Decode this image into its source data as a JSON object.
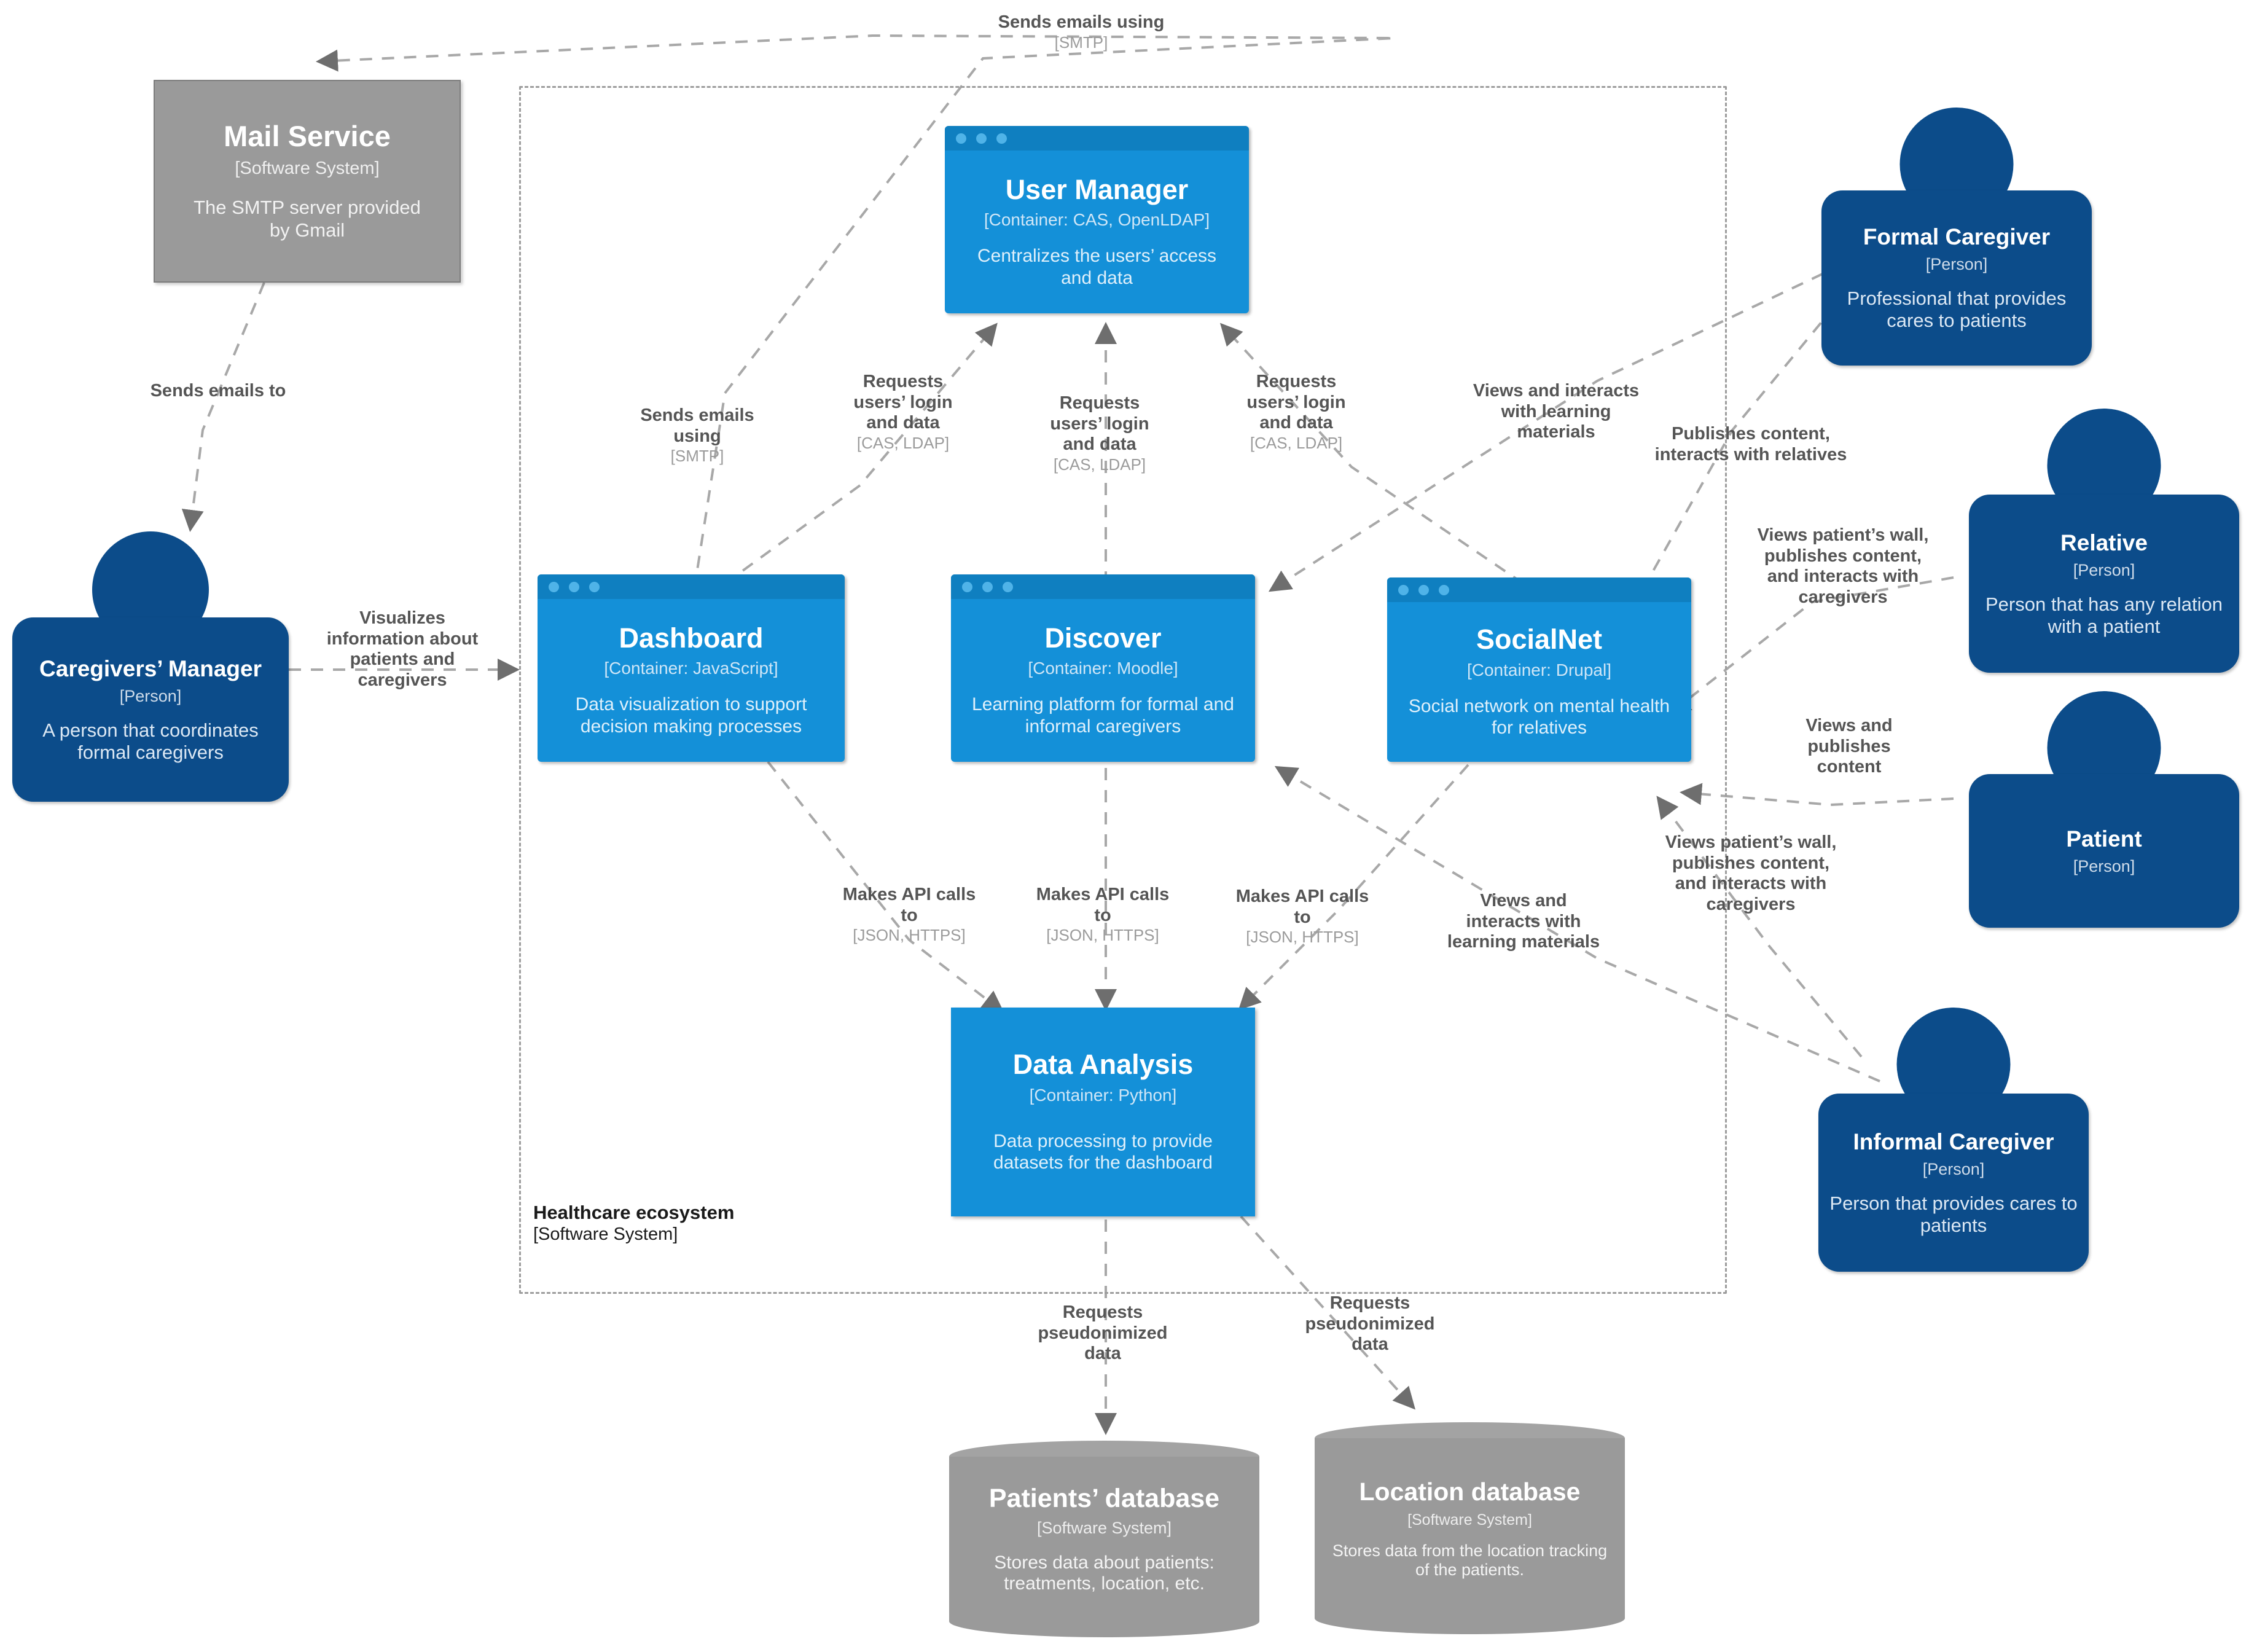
{
  "diagram": {
    "kind": "C4 Container diagram",
    "boundary": {
      "name": "Healthcare ecosystem",
      "type": "[Software System]"
    },
    "colors": {
      "container_blue": "#1490d8",
      "container_chrome": "#0f7fc0",
      "person_blue": "#0c4c8a",
      "external_grey": "#9a9a9a",
      "edge_grey": "#9d9d9d",
      "label_text": "#555555",
      "tech_text": "#9b9b9b"
    }
  },
  "nodes": {
    "mail_service": {
      "name": "Mail Service",
      "type": "[Software System]",
      "description": "The SMTP server provided by Gmail"
    },
    "user_manager": {
      "name": "User Manager",
      "type": "[Container: CAS, OpenLDAP]",
      "description": "Centralizes the users’ access and data"
    },
    "dashboard": {
      "name": "Dashboard",
      "type": "[Container: JavaScript]",
      "description": "Data visualization to support decision making processes"
    },
    "discover": {
      "name": "Discover",
      "type": "[Container: Moodle]",
      "description": "Learning platform for formal and informal caregivers"
    },
    "socialnet": {
      "name": "SocialNet",
      "type": "[Container: Drupal]",
      "description": "Social network on mental health for relatives"
    },
    "data_analysis": {
      "name": "Data Analysis",
      "type": "[Container: Python]",
      "description": "Data processing to provide datasets for the dashboard"
    },
    "patients_db": {
      "name": "Patients’ database",
      "type": "[Software System]",
      "description": "Stores data about patients: treatments, location, etc."
    },
    "location_db": {
      "name": "Location database",
      "type": "[Software System]",
      "description": "Stores data from the location tracking of the patients."
    }
  },
  "people": {
    "caregivers_manager": {
      "name": "Caregivers’ Manager",
      "type": "[Person]",
      "description": "A person that coordinates formal caregivers"
    },
    "formal_caregiver": {
      "name": "Formal Caregiver",
      "type": "[Person]",
      "description": "Professional that provides cares to patients"
    },
    "relative": {
      "name": "Relative",
      "type": "[Person]",
      "description": "Person that has any relation with a patient"
    },
    "patient": {
      "name": "Patient",
      "type": "[Person]",
      "description": ""
    },
    "informal_caregiver": {
      "name": "Informal Caregiver",
      "type": "[Person]",
      "description": "Person that provides cares to patients"
    }
  },
  "edges": {
    "sends_emails_using_top": {
      "text": "Sends emails using",
      "tech": "[SMTP]"
    },
    "sends_emails_to": {
      "text": "Sends emails to",
      "tech": ""
    },
    "sends_emails_using_dash": {
      "text": "Sends emails using",
      "tech": "[SMTP]"
    },
    "visualizes_information": {
      "text": "Visualizes information about patients and caregivers",
      "tech": ""
    },
    "requests_login_left": {
      "text": "Requests users’ login and data",
      "tech": "[CAS, LDAP]"
    },
    "requests_login_mid": {
      "text": "Requests users’ login and data",
      "tech": "[CAS, LDAP]"
    },
    "requests_login_right": {
      "text": "Requests users’ login and data",
      "tech": "[CAS, LDAP]"
    },
    "api_calls_left": {
      "text": "Makes API calls to",
      "tech": "[JSON, HTTPS]"
    },
    "api_calls_mid": {
      "text": "Makes API calls to",
      "tech": "[JSON, HTTPS]"
    },
    "api_calls_right": {
      "text": "Makes API calls to",
      "tech": "[JSON, HTTPS]"
    },
    "views_learning_top": {
      "text": "Views and interacts with learning materials",
      "tech": ""
    },
    "views_learning_bottom": {
      "text": "Views and interacts with learning materials",
      "tech": ""
    },
    "publishes_content_relatives": {
      "text": "Publishes content, interacts with relatives",
      "tech": ""
    },
    "views_wall_top": {
      "text": "Views patient’s wall, publishes content, and interacts with caregivers",
      "tech": ""
    },
    "views_wall_bottom": {
      "text": "Views patient’s wall, publishes content, and interacts with caregivers",
      "tech": ""
    },
    "views_publishes_content": {
      "text": "Views and publishes content",
      "tech": ""
    },
    "requests_pseudo_left": {
      "text": "Requests pseudonimized data",
      "tech": ""
    },
    "requests_pseudo_right": {
      "text": "Requests pseudonimized data",
      "tech": ""
    }
  }
}
